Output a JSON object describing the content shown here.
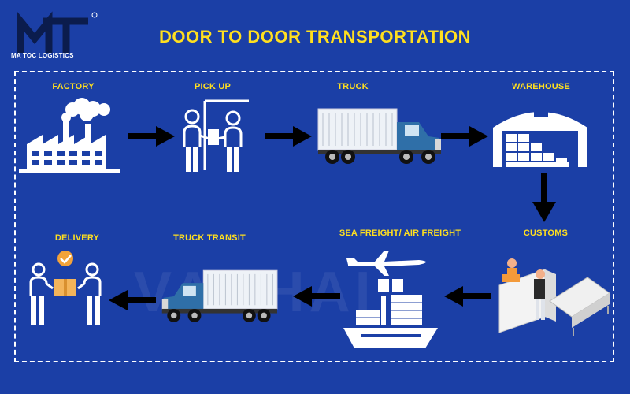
{
  "brand": {
    "logo_text": "MA TOC LOGISTICS"
  },
  "title": "DOOR TO DOOR TRANSPORTATION",
  "watermark": "VANHAI",
  "steps": [
    {
      "label": "FACTORY",
      "icon": "factory-icon"
    },
    {
      "label": "PICK UP",
      "icon": "pickup-handover-icon"
    },
    {
      "label": "TRUCK",
      "icon": "truck-icon"
    },
    {
      "label": "WAREHOUSE",
      "icon": "warehouse-icon"
    },
    {
      "label": "CUSTOMS",
      "icon": "customs-desk-icon"
    },
    {
      "label": "SEA FREIGHT/ AIR FREIGHT",
      "icon": "ship-plane-icon"
    },
    {
      "label": "TRUCK TRANSIT",
      "icon": "truck-icon"
    },
    {
      "label": "DELIVERY",
      "icon": "delivery-icon"
    }
  ],
  "colors": {
    "background": "#1b3fa6",
    "title": "#ffdf1f",
    "label": "#ffdf1f",
    "icon": "#ffffff",
    "truck_cab": "#2f6fa8",
    "arrow": "#000000"
  }
}
